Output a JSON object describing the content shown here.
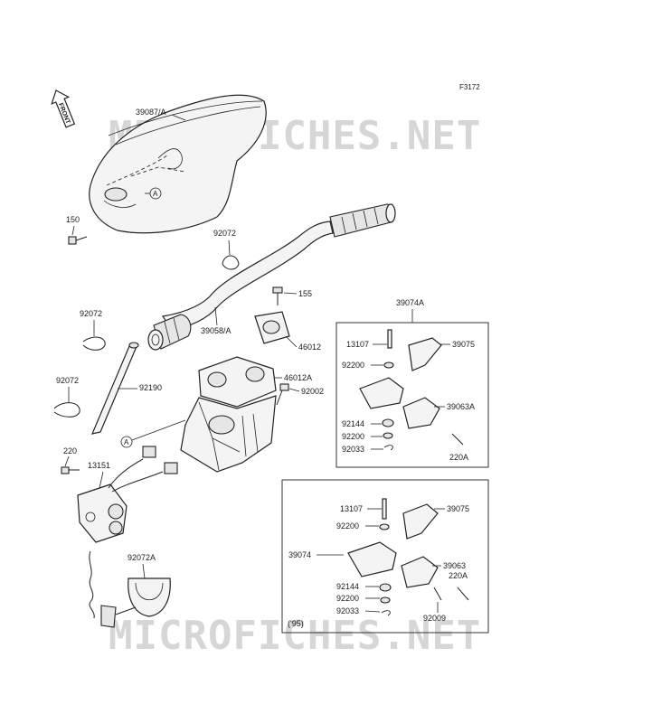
{
  "figure_code": "F3172",
  "front_arrow_label": "FRONT",
  "watermark": "MICROFICHES.NET",
  "ref_letter": "A",
  "year_note": "('95)",
  "parts": {
    "p39087A": "39087/A",
    "p150": "150",
    "p92072_top": "92072",
    "p39058A": "39058/A",
    "p155": "155",
    "p46012": "46012",
    "p46012A": "46012A",
    "p92002": "92002",
    "p92072_left1": "92072",
    "p92072_left2": "92072",
    "p92190": "92190",
    "p220": "220",
    "p13151": "13151",
    "p92072A": "92072A"
  },
  "box_upper": {
    "title": "39074A",
    "p13107": "13107",
    "p39075": "39075",
    "p92200a": "92200",
    "p39063A": "39063A",
    "p92144": "92144",
    "p92200b": "92200",
    "p92033": "92033",
    "p220A": "220A"
  },
  "box_lower": {
    "title": "39074",
    "p13107": "13107",
    "p39075": "39075",
    "p92200a": "92200",
    "p39063": "39063",
    "p220A": "220A",
    "p92144": "92144",
    "p92200b": "92200",
    "p92033": "92033",
    "p92009": "92009"
  }
}
